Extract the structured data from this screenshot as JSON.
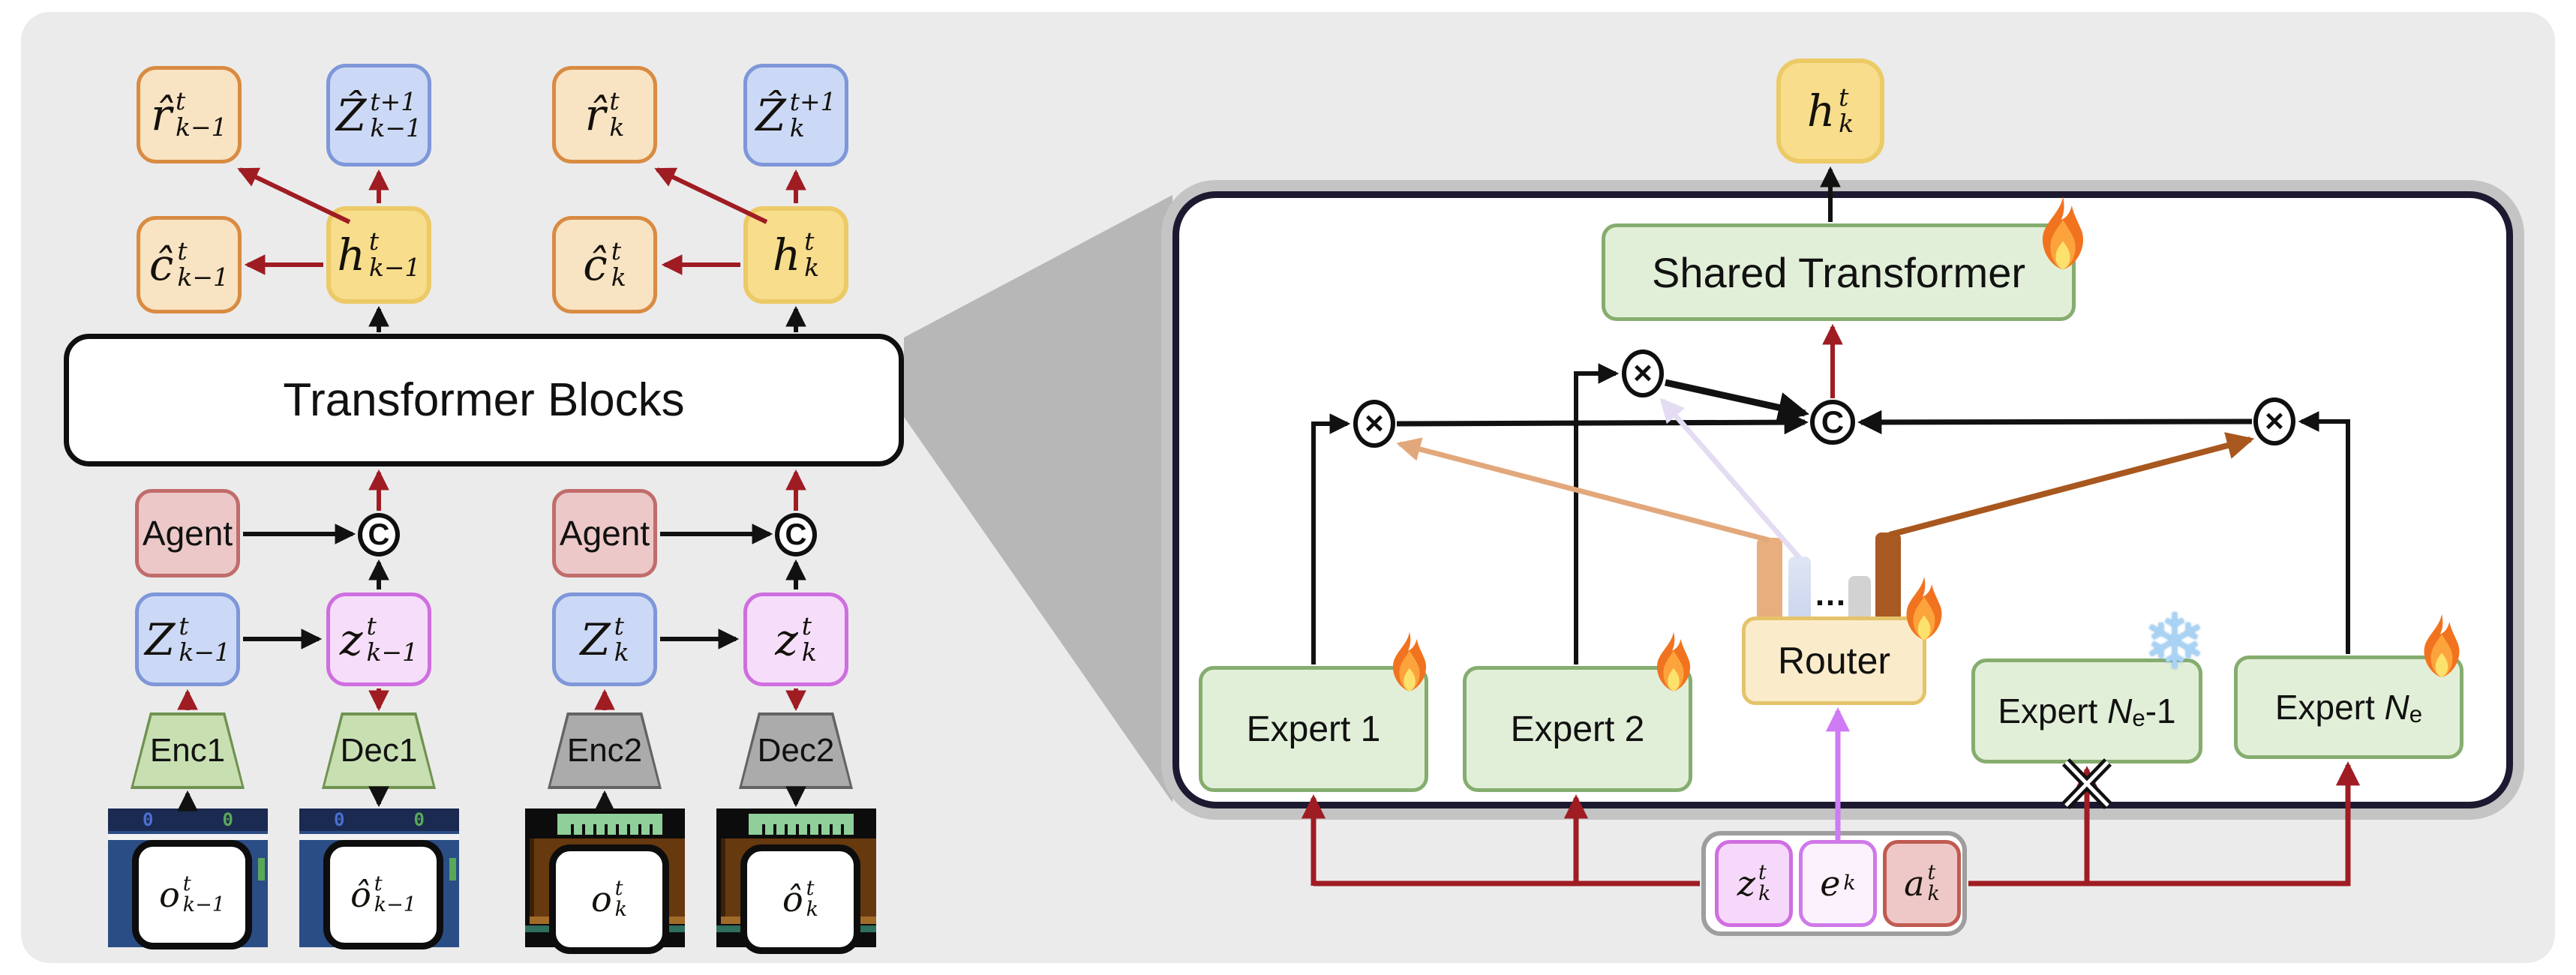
{
  "figure": {
    "type": "model-architecture-diagram",
    "left": {
      "transformer_blocks": "Transformer Blocks",
      "concat_symbol": "C",
      "pong_scores": [
        "0",
        "0"
      ],
      "columns": [
        {
          "rhat": {
            "main": "r̂",
            "sup": "t",
            "sub": "k−1"
          },
          "zhat_next": {
            "main": "Ẑ",
            "sup": "t+1",
            "sub": "k−1"
          },
          "chat": {
            "main": "ĉ",
            "sup": "t",
            "sub": "k−1"
          },
          "h": {
            "main": "h",
            "sup": "t",
            "sub": "k−1"
          },
          "agent": "Agent",
          "Z": {
            "main": "Z",
            "sup": "t",
            "sub": "k−1"
          },
          "z": {
            "main": "z",
            "sup": "t",
            "sub": "k−1"
          },
          "enc": "Enc1",
          "dec": "Dec1",
          "o": {
            "main": "o",
            "sup": "t",
            "sub": "k−1"
          },
          "ohat": {
            "main": "ô",
            "sup": "t",
            "sub": "k−1"
          },
          "game": "pong"
        },
        {
          "rhat": {
            "main": "r̂",
            "sup": "t",
            "sub": "k"
          },
          "zhat_next": {
            "main": "Ẑ",
            "sup": "t+1",
            "sub": "k"
          },
          "chat": {
            "main": "ĉ",
            "sup": "t",
            "sub": "k"
          },
          "h": {
            "main": "h",
            "sup": "t",
            "sub": "k"
          },
          "agent": "Agent",
          "Z": {
            "main": "Z",
            "sup": "t",
            "sub": "k"
          },
          "z": {
            "main": "z",
            "sup": "t",
            "sub": "k"
          },
          "enc": "Enc2",
          "dec": "Dec2",
          "o": {
            "main": "o",
            "sup": "t",
            "sub": "k"
          },
          "ohat": {
            "main": "ô",
            "sup": "t",
            "sub": "k"
          },
          "game": "breakout"
        }
      ]
    },
    "right": {
      "h": {
        "main": "h",
        "sup": "t",
        "sub": "k"
      },
      "shared_transformer": "Shared Transformer",
      "router": "Router",
      "ellipsis": "…",
      "multiply_symbol": "×",
      "concat_symbol": "C",
      "snowflake_symbol": "❄",
      "experts": [
        {
          "prefix": "Expert 1",
          "n": "",
          "nsub": "",
          "suffix": "",
          "icon": "fire"
        },
        {
          "prefix": "Expert 2",
          "n": "",
          "nsub": "",
          "suffix": "",
          "icon": "fire"
        },
        {
          "prefix": "Expert ",
          "n": "N",
          "nsub": "e",
          "suffix": "-1",
          "icon": "snowflake"
        },
        {
          "prefix": "Expert ",
          "n": "N",
          "nsub": "e",
          "suffix": "",
          "icon": "fire"
        }
      ],
      "inputs": {
        "z": {
          "main": "z",
          "sup": "t",
          "sub": "k"
        },
        "e": {
          "main": "e",
          "sup": "",
          "sub": "k"
        },
        "a": {
          "main": "a",
          "sup": "t",
          "sub": "k"
        }
      }
    },
    "palette": {
      "canvas_bg": "#ebebeb",
      "dark_red_arrow": "#9f1c23",
      "black_arrow": "#111111",
      "orange_box": "#f8e3c3",
      "orange_border": "#d98b42",
      "blue_box": "#ccd9f6",
      "blue_border": "#7e97d9",
      "yellow_box": "#f7dd8c",
      "yellow_border": "#ecca66",
      "agent_box": "#ecc8c8",
      "agent_border": "#c06d6b",
      "purple_box": "#f6defa",
      "purple_border": "#cf6ee0",
      "green_expert": "#e2efd8",
      "green_border": "#85ad6f",
      "router_fill": "#faecca",
      "router_border": "#e5c36a",
      "panel_border": "#1c1930",
      "panel_ring": "#c4c4c4",
      "wedge": "#b7b7b7",
      "gate_bar_1": "#e8ae7d",
      "gate_bar_2": "#ccd6ee",
      "gate_bar_3": "#d2d2d2",
      "gate_bar_4": "#a85a22",
      "gate_arrow_tan": "#e2a87b",
      "gate_arrow_lavender": "#e3dcf2",
      "gate_arrow_sienna": "#a8571e",
      "router_input_arrow": "#cf7bf5",
      "input_z": "#f6d9fa",
      "input_e": "#fbf2fd",
      "input_a": "#eec8c6"
    }
  }
}
